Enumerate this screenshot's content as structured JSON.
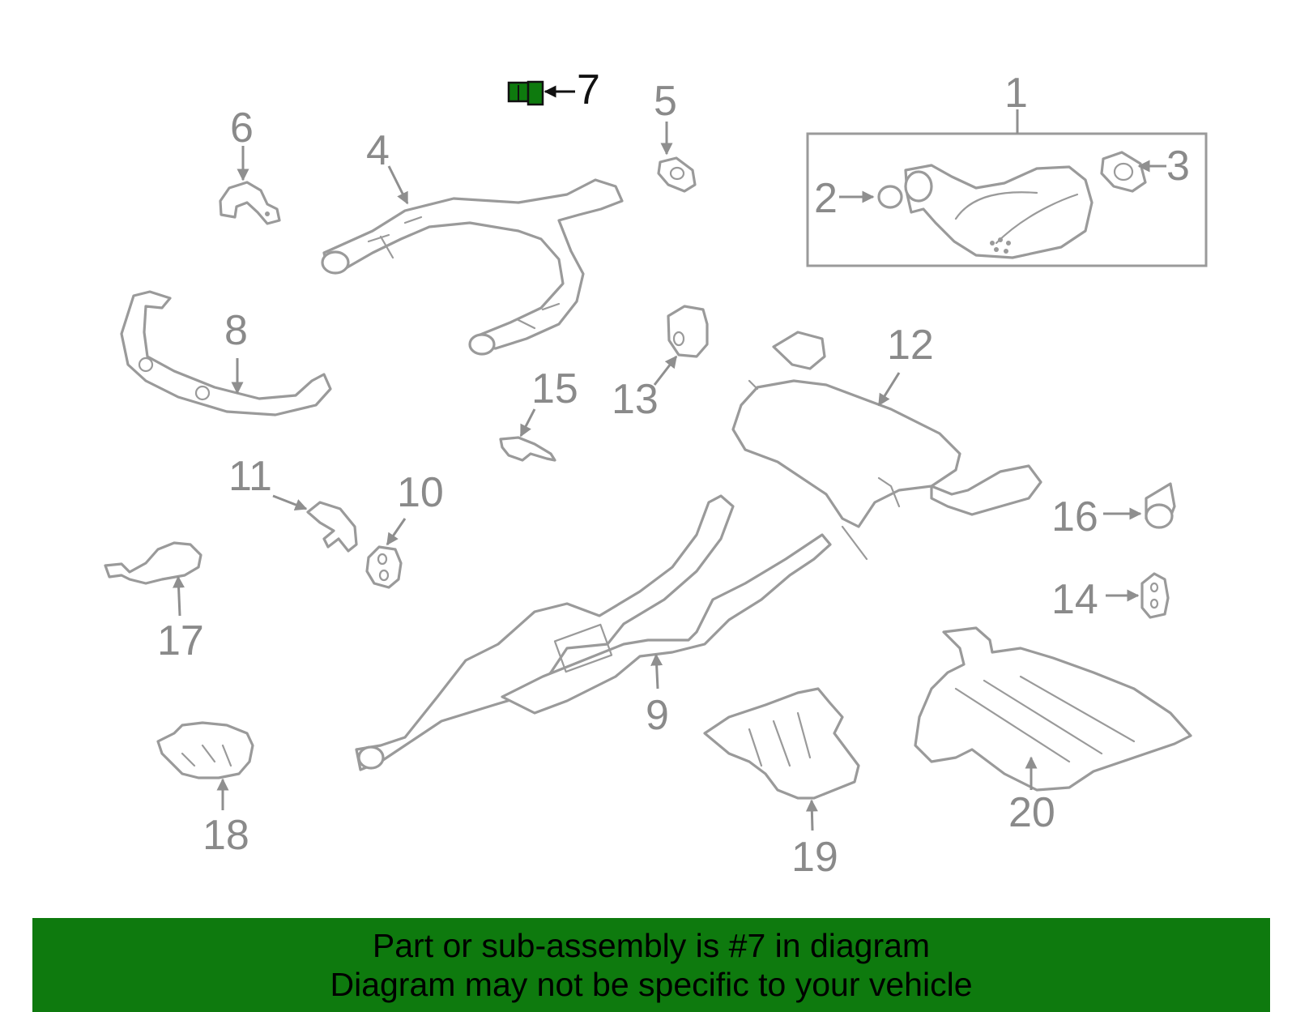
{
  "diagram": {
    "labels": {
      "l1": "1",
      "l2": "2",
      "l3": "3",
      "l4": "4",
      "l5": "5",
      "l6": "6",
      "l7": "7",
      "l8": "8",
      "l9": "9",
      "l10": "10",
      "l11": "11",
      "l12": "12",
      "l13": "13",
      "l14": "14",
      "l15": "15",
      "l16": "16",
      "l17": "17",
      "l18": "18",
      "l19": "19",
      "l20": "20"
    },
    "highlight_label": "7",
    "highlight_color": "#0e7a0e",
    "part_stroke_color": "#9a9a9a"
  },
  "footer": {
    "line1": "Part or sub-assembly is #7 in diagram",
    "line2": "Diagram may not be specific to your vehicle",
    "background": "#0e7a0e"
  }
}
